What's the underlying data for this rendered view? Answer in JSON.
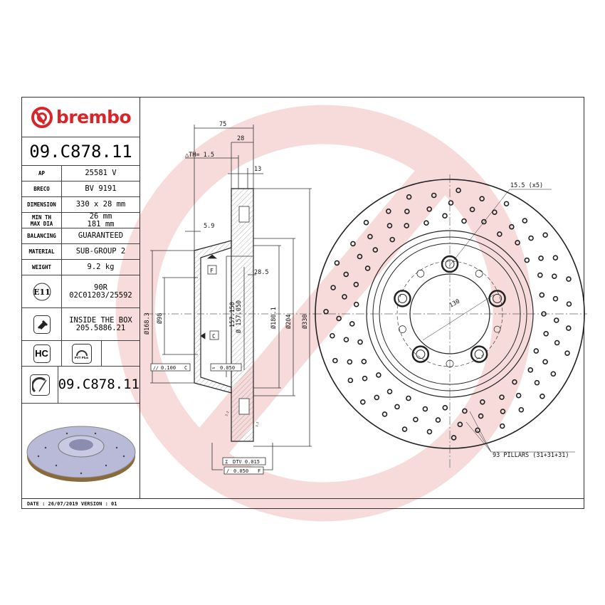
{
  "brand": {
    "name": "brembo",
    "color": "#d7262a",
    "watermark_color": "#f6d5d5"
  },
  "part_number": "09.C878.11",
  "specs": [
    {
      "label": "AP",
      "value": "25581 V"
    },
    {
      "label": "BRECO",
      "value": "BV 9191"
    },
    {
      "label": "DIMENSION",
      "value": "330 x 28 mm"
    },
    {
      "label": "MIN TH",
      "label2": "MAX DIA",
      "value": "26 mm",
      "value2": "181 mm"
    },
    {
      "label": "BALANCING",
      "value": "GUARANTEED"
    },
    {
      "label": "MATERIAL",
      "value": "SUB-GROUP 2"
    },
    {
      "label": "WEIGHT",
      "value": "9.2 kg"
    }
  ],
  "approval": {
    "badge": "E11",
    "line1": "90R",
    "line2": "02C01203/25592"
  },
  "hardware": {
    "icon": "screw-icon",
    "line1": "INSIDE THE BOX",
    "line2": "205.5886.21"
  },
  "features": {
    "hc_badge": "HC",
    "pvt_badge": "PVT Plus"
  },
  "orientation_part_number": "09.C878.11",
  "footer": "DATE : 26/07/2019 VERSION : 01",
  "section_view": {
    "dim_75": "75",
    "dim_28": "28",
    "delta_th": "△TH= 1.5",
    "dim_13": "13",
    "dim_5_9": "5.9",
    "dim_28_5": "28.5",
    "dia_168_3": "Ø168.3",
    "dia_98": "Ø98",
    "dia_157_150": "157.150",
    "dia_157_050": "Ø 157.050",
    "dia_180_1": "Ø180.1",
    "dia_204": "Ø204",
    "dia_330": "Ø330",
    "datum_f": "F",
    "datum_c": "C",
    "parallelism": "0.100",
    "parallelism_ref": "C",
    "flatness": "0.050",
    "dtv": "DTV 0.015",
    "runout": "0.050",
    "runout_ref": "F",
    "roughness_left": "3.2",
    "roughness_right": "3.2"
  },
  "front_view": {
    "hole_label": "15.5 (x5)",
    "pcd": "130",
    "pillars": "93 PILLARS (31+31+31)"
  }
}
